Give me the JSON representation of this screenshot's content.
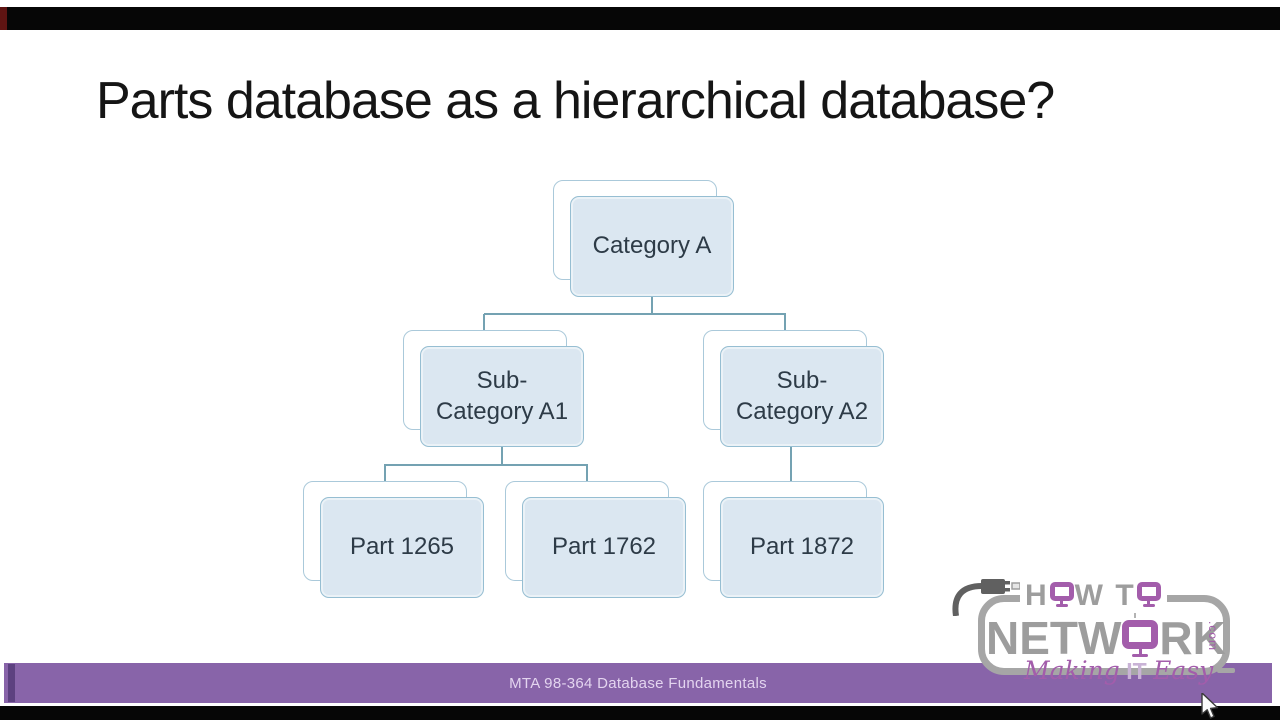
{
  "slide": {
    "title": "Parts database as a hierarchical database?"
  },
  "footer": {
    "text": "MTA 98-364 Database Fundamentals",
    "bar_color": "#8864a9",
    "accent_color": "#5d4180",
    "text_color": "#e3d4ef"
  },
  "diagram": {
    "type": "hierarchy-tree",
    "nodes": [
      {
        "id": "category-a",
        "label": "Category A",
        "lines": [
          "Category A"
        ],
        "parent": null
      },
      {
        "id": "sub-category-a1",
        "label": "Sub-Category A1",
        "lines": [
          "Sub-",
          "Category A1"
        ],
        "parent": "category-a"
      },
      {
        "id": "sub-category-a2",
        "label": "Sub-Category A2",
        "lines": [
          "Sub-",
          "Category A2"
        ],
        "parent": "category-a"
      },
      {
        "id": "part-1265",
        "label": "Part 1265",
        "lines": [
          "Part 1265"
        ],
        "parent": "sub-category-a1"
      },
      {
        "id": "part-1762",
        "label": "Part 1762",
        "lines": [
          "Part 1762"
        ],
        "parent": "sub-category-a1"
      },
      {
        "id": "part-1872",
        "label": "Part 1872",
        "lines": [
          "Part 1872"
        ],
        "parent": "sub-category-a2"
      }
    ],
    "box_fill": "#dbe7f1",
    "box_border": "#96bed2",
    "back_box_fill": "#ffffff",
    "connector_color": "#74a2b2",
    "text_color": "#2d3b47"
  },
  "logo": {
    "line1_a": "H",
    "line1_b": "W T",
    "line2_a": "NETW",
    "line2_b": "RK",
    "domain": ".com",
    "tagline_a": "Making",
    "tagline_b": "IT",
    "tagline_c": "Easy",
    "gray": "#9d9d9d",
    "purple": "#a35dab"
  }
}
